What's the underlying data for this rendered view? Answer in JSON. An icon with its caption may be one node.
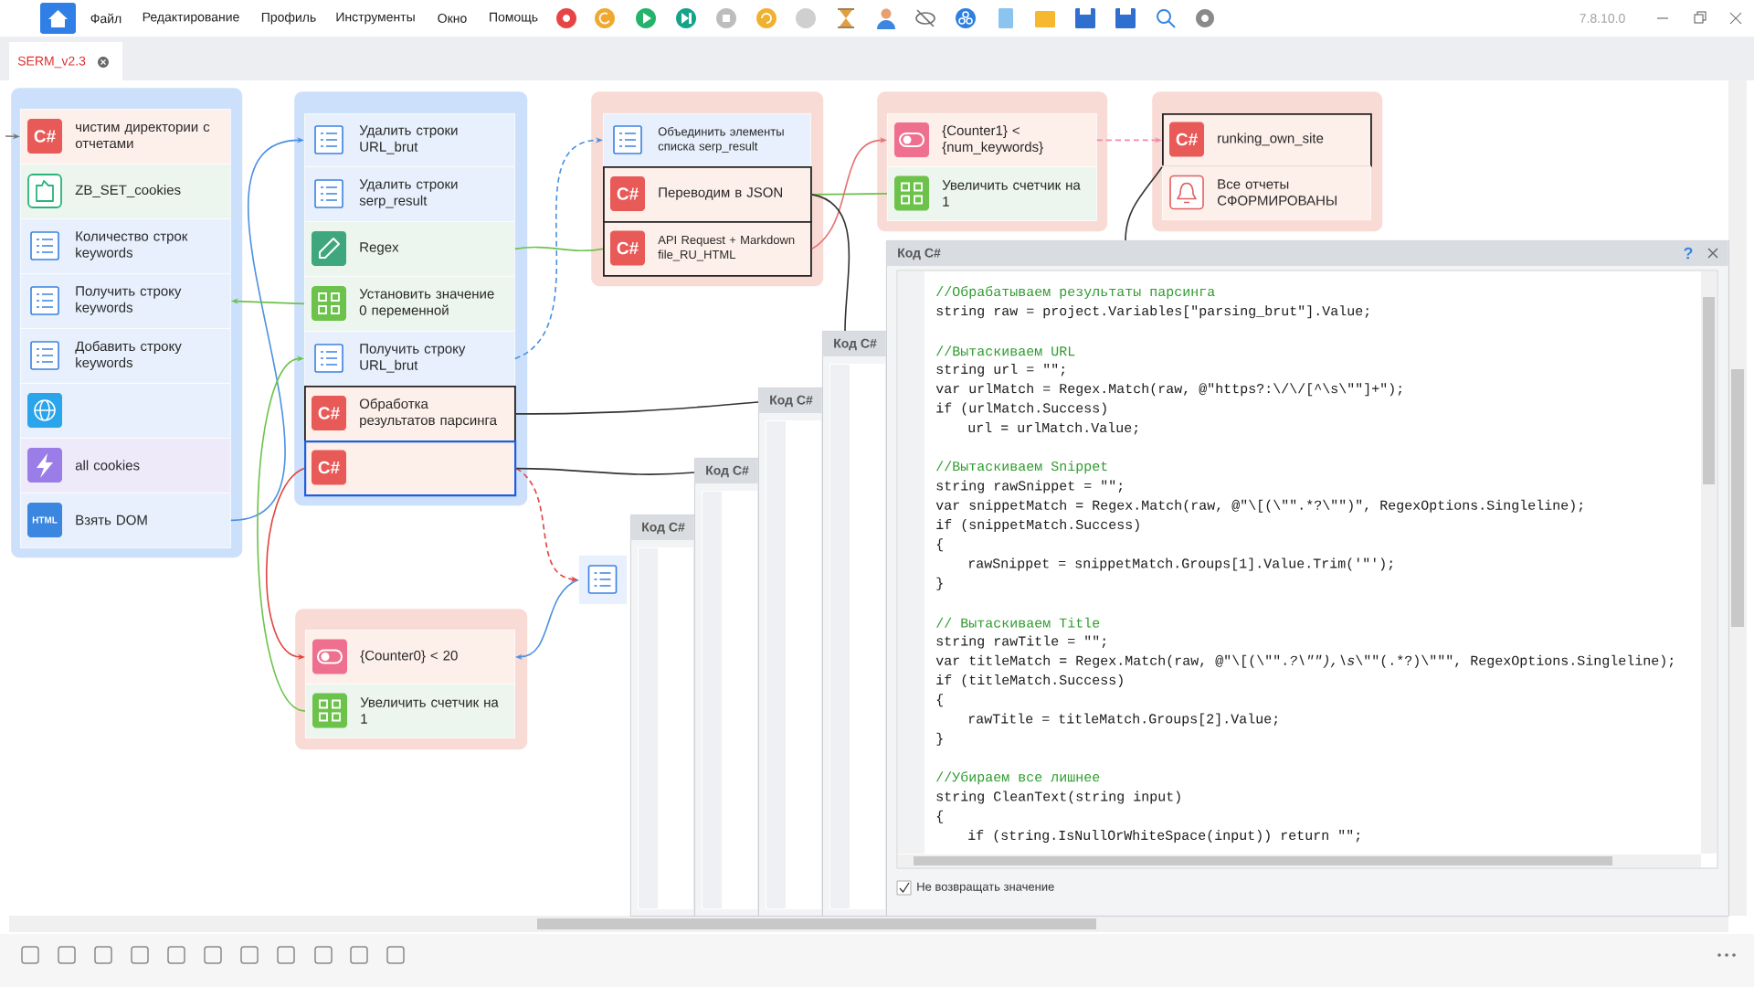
{
  "diagram": {
    "nodes": [
      {
        "text": [],
        "shape": "box"
      },
      {
        "text": [
          "C#",
          "чистим директории с отчетами"
        ],
        "in": 0
      },
      {
        "text": [
          "ZB_SET_cookies"
        ],
        "in": 0
      },
      {
        "text": [
          "Количество строк keywords"
        ],
        "in": 0
      },
      {
        "text": [
          "Получить строку keywords"
        ],
        "in": 0
      },
      {
        "text": [
          "Добавить строку keywords"
        ],
        "in": 0
      },
      {
        "text": [],
        "shape": "box",
        "in": 0
      },
      {
        "text": [
          "all cookies"
        ],
        "in": 0
      },
      {
        "text": [
          "HTML",
          "Взять DOM"
        ],
        "in": 0
      },
      {
        "text": [],
        "shape": "box"
      },
      {
        "text": [
          "Удалить строки URL_brut"
        ],
        "in": 9
      },
      {
        "text": [
          "Удалить строки serp_result"
        ],
        "in": 9
      },
      {
        "text": [
          "Regex"
        ],
        "in": 9
      },
      {
        "text": [
          "Установить значение 0 переменной"
        ],
        "in": 9
      },
      {
        "text": [
          "Получить строку URL_brut"
        ],
        "in": 9
      },
      {
        "text": [
          "C#",
          "Обработка результатов парсинга"
        ],
        "in": 9
      },
      {
        "text": [
          "C#"
        ],
        "in": 9
      },
      {
        "text": [],
        "shape": "box"
      },
      {
        "text": [
          "Объединить элементы списка serp_result"
        ],
        "in": 17
      },
      {
        "text": [
          "C#",
          "Переводим в JSON"
        ],
        "in": 17
      },
      {
        "text": [
          "C#",
          "API Request + Markdown file_RU_HTML"
        ],
        "in": 17
      },
      {
        "text": [],
        "shape": "box"
      },
      {
        "text": [
          "{Counter1} < {num_keywords}"
        ],
        "in": 21
      },
      {
        "text": [
          "Увеличить счетчик на 1"
        ],
        "in": 21
      },
      {
        "text": [],
        "shape": "box"
      },
      {
        "text": [
          "C#",
          "runking_own_site"
        ],
        "in": 24
      },
      {
        "text": [
          "Все отчеты СФОРМИРОВАНЫ"
        ],
        "in": 24
      },
      {
        "text": [],
        "shape": "box"
      },
      {
        "text": [
          "{Counter0} < 20"
        ],
        "in": 27
      },
      {
        "text": [
          "Увеличить счетчик на 1"
        ],
        "in": 27
      },
      {
        "text": [],
        "shape": "box"
      },
      {
        "text": [
          "Код C#"
        ]
      },
      {
        "text": [
          "Код C#"
        ]
      },
      {
        "text": [
          "Код C#"
        ]
      },
      {
        "text": [
          "Код C#"
        ]
      },
      {
        "text": [
          "Код C#"
        ]
      }
    ],
    "edges": [
      {
        "from": null,
        "to": 1,
        "arrow": "to",
        "color": "#777777"
      },
      {
        "from": 8,
        "to": 10,
        "arrow": "to",
        "color": "#4a90e2"
      },
      {
        "from": 13,
        "to": 4,
        "arrow": "to",
        "color": "#6cc24a"
      },
      {
        "from": 12,
        "to": 20,
        "arrow": "none",
        "color": "#6cc24a"
      },
      {
        "from": 29,
        "to": 14,
        "arrow": "to",
        "color": "#6cc24a"
      },
      {
        "from": 16,
        "to": 28,
        "arrow": "to",
        "color": "#e0443e"
      },
      {
        "from": 14,
        "to": 18,
        "arrow": "to",
        "style": "dashed",
        "color": "#4a90e2"
      },
      {
        "from": 16,
        "to": 30,
        "arrow": "to",
        "style": "dashed",
        "color": "#e0443e"
      },
      {
        "from": 30,
        "to": 28,
        "arrow": "to",
        "color": "#4a90e2"
      },
      {
        "from": 19,
        "to": 23,
        "arrow": "none",
        "color": "#6cc24a"
      },
      {
        "from": 20,
        "to": 22,
        "arrow": "to",
        "color": "#e57373"
      },
      {
        "from": 22,
        "to": 25,
        "arrow": "to",
        "style": "dashed",
        "color": "#f08aa8"
      },
      {
        "from": 19,
        "to": 34,
        "arrow": "none",
        "color": "#333333"
      },
      {
        "from": 15,
        "to": 33,
        "arrow": "none",
        "color": "#333333"
      },
      {
        "from": 16,
        "to": 32,
        "arrow": "none",
        "color": "#333333"
      },
      {
        "from": 25,
        "to": 35,
        "arrow": "none",
        "color": "#333333"
      }
    ],
    "labels": [
      "Файл",
      "Редактирование",
      "Профиль",
      "Инструменты",
      "Окно",
      "Помощь",
      "7.8.10.0",
      "SERM_v2.3",
      "?",
      "//Обрабатываем результаты парсинга",
      "string raw = project.Variables[\"parsing_brut\"].Value;",
      "//Вытаскиваем URL",
      "string url = \"\";",
      "var urlMatch = Regex.Match(raw, @\"https?:\\/\\/[^\\s\\\"\"]+\");",
      "if (urlMatch.Success)",
      "url = urlMatch.Value;",
      "//Вытаскиваем Snippet",
      "string rawSnippet = \"\";",
      "var snippetMatch = Regex.Match(raw, @\"\\[(\\\"\".*?\\\"\")\", RegexOptions.Singleline);",
      "if (snippetMatch.Success)",
      "{",
      "rawSnippet = snippetMatch.Groups[1].Value.Trim('\"');",
      "}",
      "// Вытаскиваем Title",
      "string rawTitle = \"\";",
      "var titleMatch = Regex.Match(raw, @\"\\[(\\\"\".*?\\\"\"),\\s*\\\"\"(.*?)\\\"\"\", RegexOptions.Singleline);",
      "if (titleMatch.Success)",
      "{",
      "rawTitle = titleMatch.Groups[2].Value;",
      "}",
      "//Убираем все лишнее",
      "string CleanText(string input)",
      "{",
      "if (string.IsNullOrWhiteSpace(input)) return \"\";",
      "Не возвращать значение"
    ]
  }
}
